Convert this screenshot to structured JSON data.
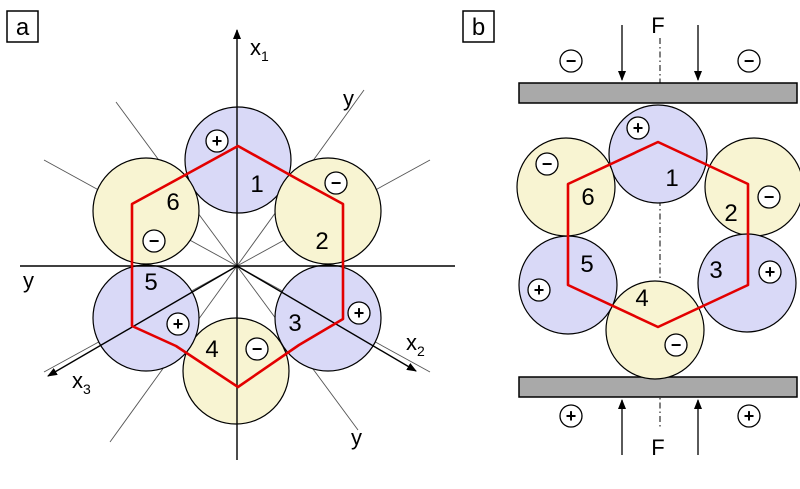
{
  "panel_a": {
    "label": "a",
    "axes": {
      "x1": "x",
      "x1_sub": "1",
      "x2": "x",
      "x2_sub": "2",
      "x3": "x",
      "x3_sub": "3",
      "y_top": "y",
      "y_left": "y",
      "y_bottom": "y"
    },
    "atoms": [
      {
        "n": "1",
        "sign": "+",
        "color": "blue"
      },
      {
        "n": "2",
        "sign": "−",
        "color": "yellow"
      },
      {
        "n": "3",
        "sign": "+",
        "color": "blue"
      },
      {
        "n": "4",
        "sign": "−",
        "color": "yellow"
      },
      {
        "n": "5",
        "sign": "+",
        "color": "blue"
      },
      {
        "n": "6",
        "sign": "−",
        "color": "yellow"
      }
    ]
  },
  "panel_b": {
    "label": "b",
    "force_top": "F",
    "force_bottom": "F",
    "top_signs": [
      "−",
      "−"
    ],
    "bottom_signs": [
      "+",
      "+"
    ],
    "atoms": [
      {
        "n": "1",
        "sign": "+",
        "color": "blue"
      },
      {
        "n": "2",
        "sign": "−",
        "color": "yellow"
      },
      {
        "n": "3",
        "sign": "+",
        "color": "blue"
      },
      {
        "n": "4",
        "sign": "−",
        "color": "yellow"
      },
      {
        "n": "5",
        "sign": "+",
        "color": "blue"
      },
      {
        "n": "6",
        "sign": "−",
        "color": "yellow"
      }
    ]
  },
  "colors": {
    "blue_atom": "#d9d9f7",
    "yellow_atom": "#f8f4d2",
    "hexagon": "#e30000",
    "plate": "#a9a9a9"
  }
}
